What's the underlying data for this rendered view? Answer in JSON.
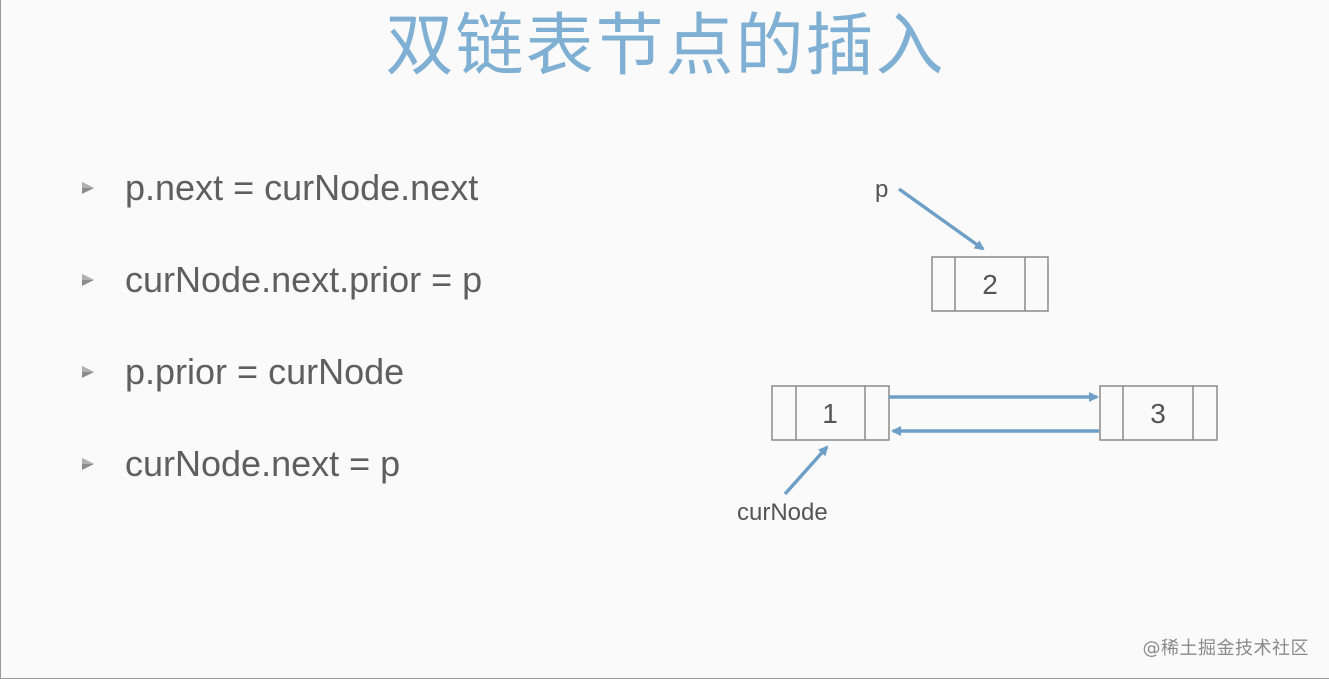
{
  "title": "双链表节点的插入",
  "bullets": [
    {
      "text": "p.next = curNode.next"
    },
    {
      "text": "curNode.next.prior = p"
    },
    {
      "text": "p.prior = curNode"
    },
    {
      "text": "curNode.next = p"
    }
  ],
  "diagram": {
    "nodes": [
      {
        "label": "2"
      },
      {
        "label": "1"
      },
      {
        "label": "3"
      }
    ],
    "pointers": {
      "p": "p",
      "curNode": "curNode"
    }
  },
  "colors": {
    "title": "#7fb0d3",
    "arrow": "#6e9fc6",
    "node_border": "#8a8a8a",
    "text": "#5f5f5f"
  },
  "icons": {
    "bullet": "triangle-bullet-icon"
  },
  "watermark": "@稀土掘金技术社区"
}
